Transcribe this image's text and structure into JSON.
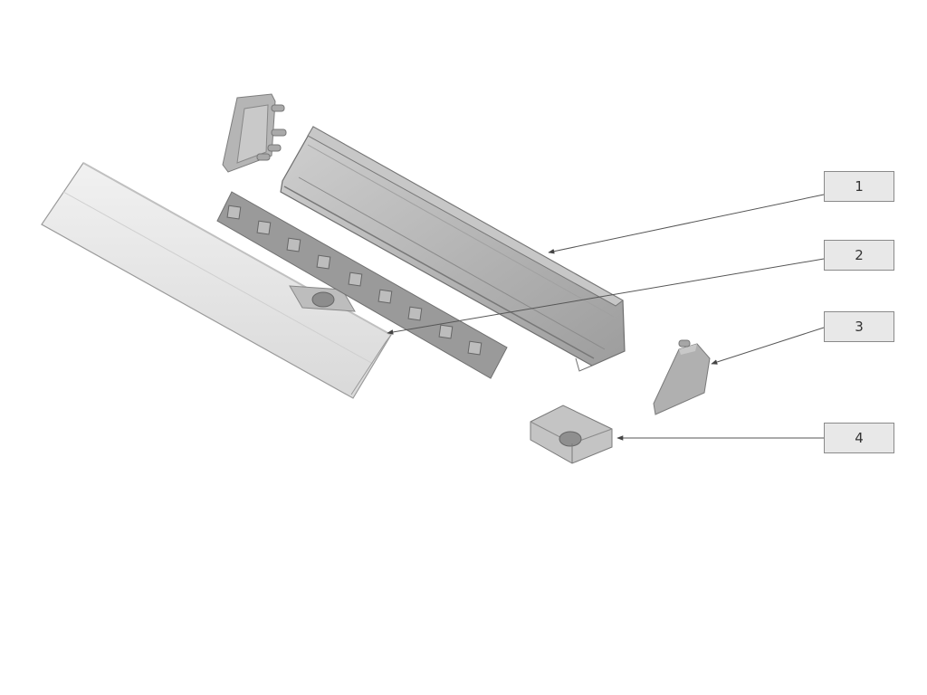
{
  "callouts": [
    {
      "label": "1"
    },
    {
      "label": "2"
    },
    {
      "label": "3"
    },
    {
      "label": "4"
    }
  ],
  "colors": {
    "background": "#ffffff",
    "part_light": "#e6e6e6",
    "part_mid": "#b9b9b9",
    "part_dark": "#8e8e8e",
    "leader_line": "#555555",
    "box_fill": "#e8e8e8",
    "box_border": "#8a8a8a"
  }
}
